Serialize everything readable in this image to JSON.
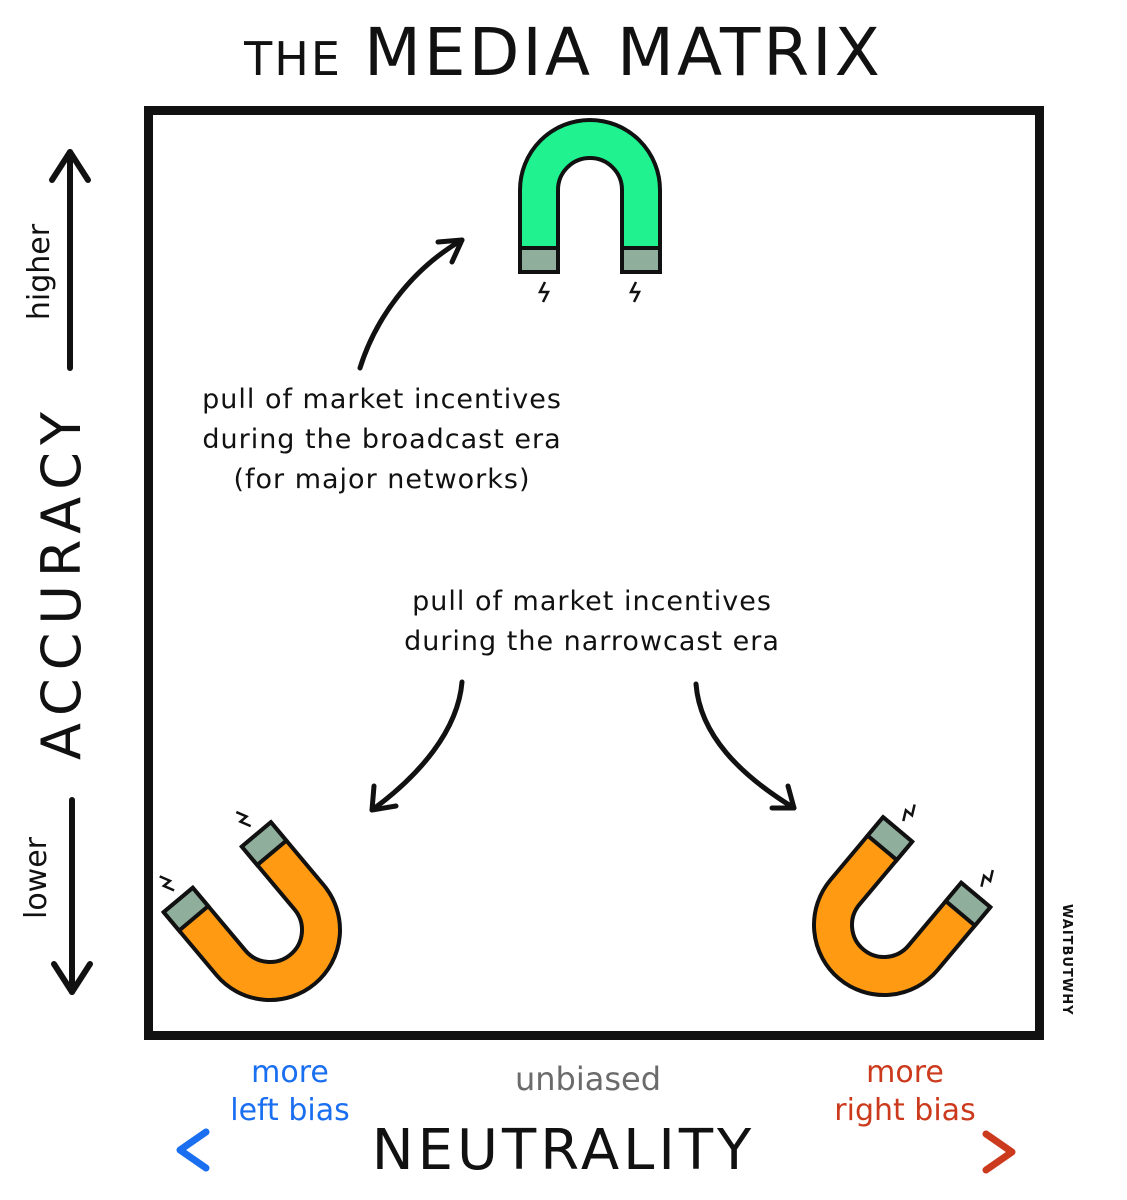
{
  "title": {
    "prefix": "THE",
    "main": "MEDIA MATRIX"
  },
  "y_axis": {
    "name": "ACCURACY",
    "high_label": "higher",
    "low_label": "lower"
  },
  "x_axis": {
    "name": "NEUTRALITY",
    "left_label_line1": "more",
    "left_label_line2": "left bias",
    "center_label": "unbiased",
    "right_label_line1": "more",
    "right_label_line2": "right bias"
  },
  "annotations": {
    "broadcast": {
      "line1": "pull of market incentives",
      "line2": "during the broadcast era",
      "line3": "(for major networks)"
    },
    "narrowcast": {
      "line1": "pull of market incentives",
      "line2": "during the narrowcast era"
    }
  },
  "signature": "WAITBUTWHY",
  "colors": {
    "broadcast_magnet": "#1ff28f",
    "narrowcast_magnet": "#ff9a12",
    "magnet_tip": "#8fae9c",
    "left_bias": "#1a6ff0",
    "right_bias": "#cc3a1e",
    "unbiased": "#6b6b6b"
  },
  "icons": {
    "magnet": "horseshoe-magnet-icon",
    "arrow": "curved-arrow-icon"
  }
}
